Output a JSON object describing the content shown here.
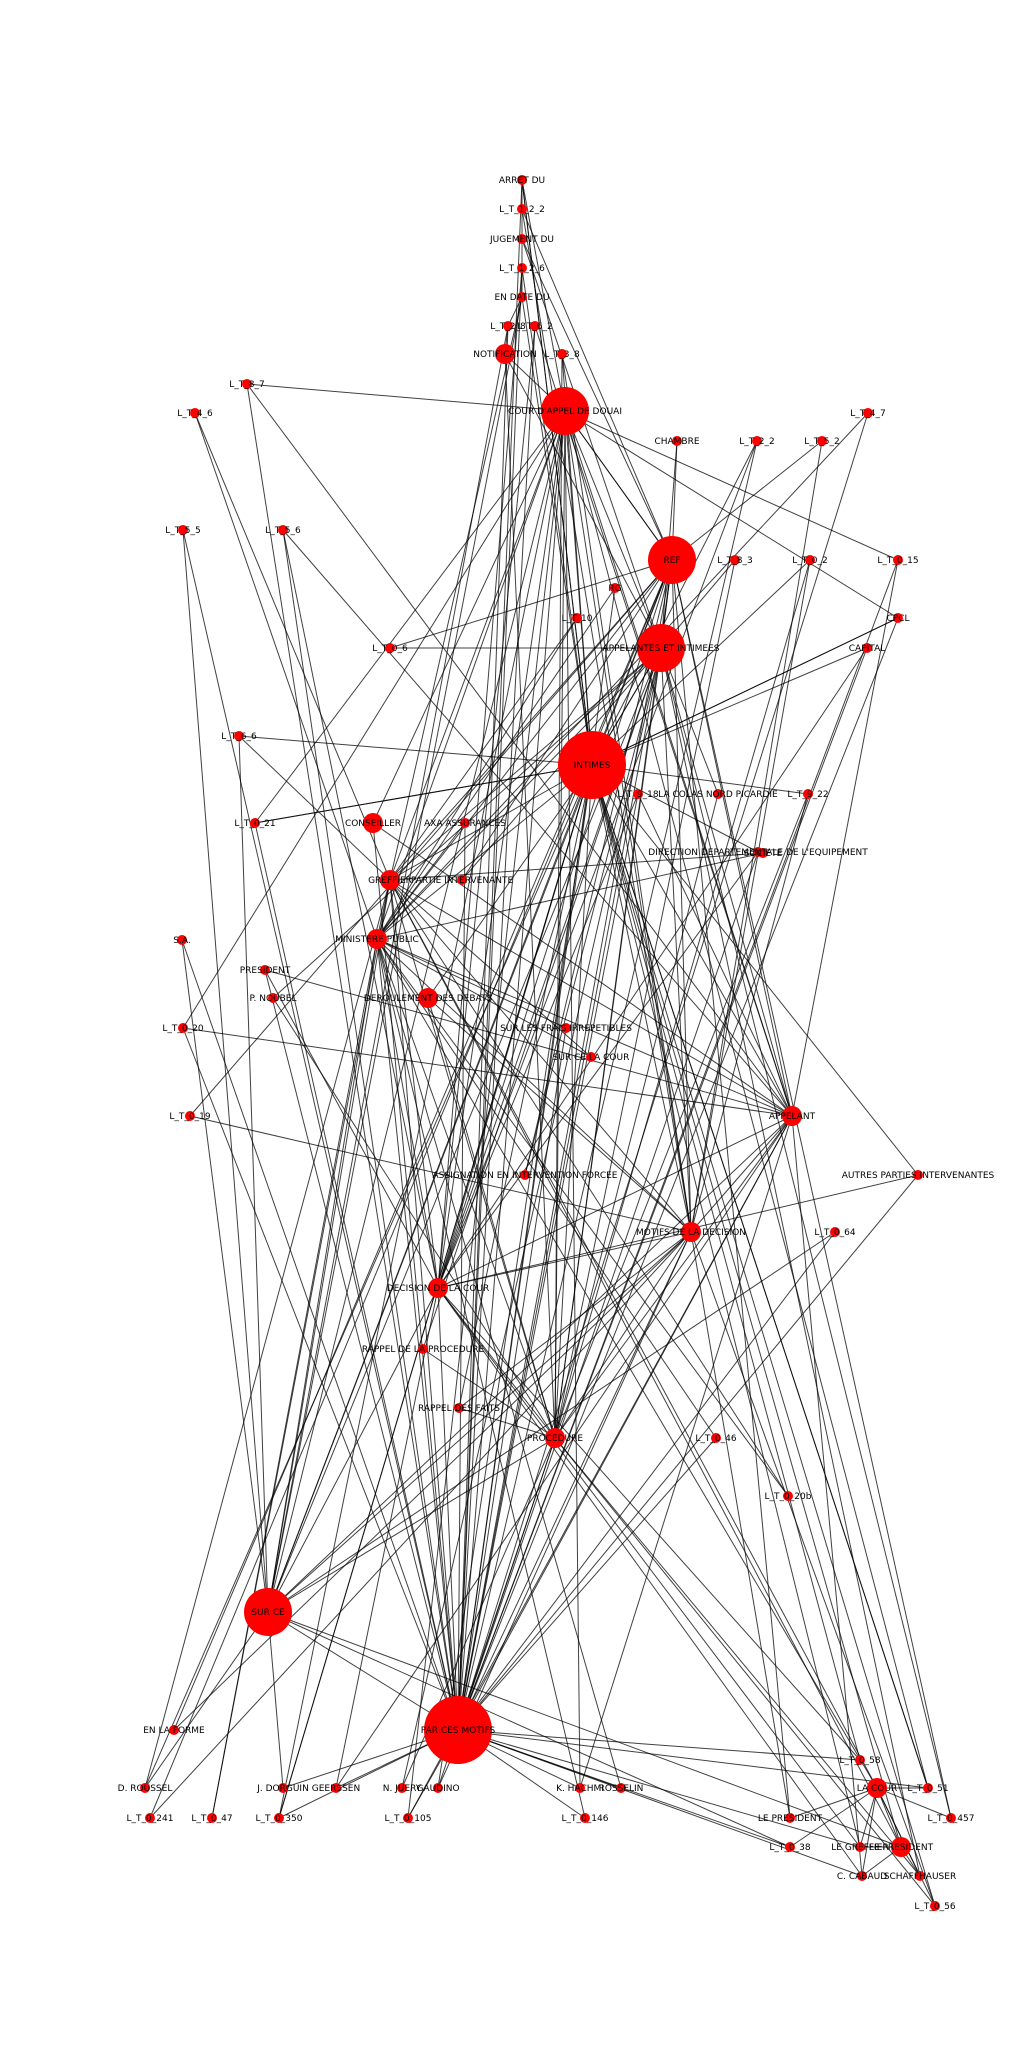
{
  "colors": {
    "node": "#ff0000",
    "edge": "#000000",
    "label": "#000000",
    "background": "#ffffff"
  },
  "graph": {
    "nodes": [
      {
        "id": "n1",
        "label": "ARRET DU",
        "size": "small"
      },
      {
        "id": "n2",
        "label": "L_T_1_2_2",
        "size": "small"
      },
      {
        "id": "n3",
        "label": "JUGEMENT DU",
        "size": "small"
      },
      {
        "id": "n4",
        "label": "L_T_1_2_6",
        "size": "small"
      },
      {
        "id": "n5",
        "label": "EN DATE DU",
        "size": "small"
      },
      {
        "id": "n6",
        "label": "L_T_2_8",
        "size": "small"
      },
      {
        "id": "n7",
        "label": "L_T_6_2",
        "size": "small"
      },
      {
        "id": "n8",
        "label": "NOTIFICATION",
        "size": "medium"
      },
      {
        "id": "n9",
        "label": "L_T_3_8",
        "size": "small"
      },
      {
        "id": "n10",
        "label": "L_T_8_7",
        "size": "small"
      },
      {
        "id": "n11",
        "label": "L_T_4_7",
        "size": "small"
      },
      {
        "id": "n12",
        "label": "L_T_4_6",
        "size": "small"
      },
      {
        "id": "n13",
        "label": "COUR D'APPEL DE DOUAI",
        "size": "large"
      },
      {
        "id": "n14",
        "label": "L_T_5_2",
        "size": "small"
      },
      {
        "id": "n15",
        "label": "CHAMBRE",
        "size": "small"
      },
      {
        "id": "n16",
        "label": "L_T_2_2",
        "size": "small"
      },
      {
        "id": "n17",
        "label": "REF",
        "size": "large"
      },
      {
        "id": "n18",
        "label": "L_T_5_5",
        "size": "small"
      },
      {
        "id": "n19",
        "label": "L_T_5_6",
        "size": "small"
      },
      {
        "id": "n20",
        "label": "L_T_8_3",
        "size": "small"
      },
      {
        "id": "n21",
        "label": "L_T_0_2",
        "size": "small"
      },
      {
        "id": "n22",
        "label": "L_T_0_15",
        "size": "small"
      },
      {
        "id": "n23",
        "label": "RG",
        "size": "small"
      },
      {
        "id": "n24",
        "label": "L_T_10",
        "size": "small"
      },
      {
        "id": "n25",
        "label": "CPCL",
        "size": "small"
      },
      {
        "id": "n26",
        "label": "APPELANTES ET INTIMEES",
        "size": "large"
      },
      {
        "id": "n27",
        "label": "L_T_0_6",
        "size": "small"
      },
      {
        "id": "n28",
        "label": "CAPITAL",
        "size": "small"
      },
      {
        "id": "n29",
        "label": "L_T_6_6",
        "size": "small"
      },
      {
        "id": "n30",
        "label": "INTIMES",
        "size": "xlarge"
      },
      {
        "id": "n31",
        "label": "L_T_9_18",
        "size": "small"
      },
      {
        "id": "n32",
        "label": "LA COLAS NORD PICARDIE",
        "size": "small"
      },
      {
        "id": "n33",
        "label": "L_T_9_22",
        "size": "small"
      },
      {
        "id": "n34",
        "label": "CONSEILLER",
        "size": "medium"
      },
      {
        "id": "n35",
        "label": "AXA ASSURANCES",
        "size": "small"
      },
      {
        "id": "n36",
        "label": "SOCIETE",
        "size": "small"
      },
      {
        "id": "n37",
        "label": "L_T_0_21",
        "size": "small"
      },
      {
        "id": "n38",
        "label": "GREFFIER",
        "size": "medium"
      },
      {
        "id": "n39",
        "label": "PARTIE INTERVENANTE",
        "size": "small"
      },
      {
        "id": "n40",
        "label": "DIRECTION DEPARTEMENTALE DE L'EQUIPEMENT",
        "size": "small"
      },
      {
        "id": "n41",
        "label": "MINISTERE PUBLIC",
        "size": "medium"
      },
      {
        "id": "n42",
        "label": "S.A.",
        "size": "small"
      },
      {
        "id": "n43",
        "label": "PRESIDENT",
        "size": "small"
      },
      {
        "id": "n44",
        "label": "P. NOUBEL",
        "size": "small"
      },
      {
        "id": "n45",
        "label": "DEROULEMENT DES DEBATS",
        "size": "medium"
      },
      {
        "id": "n46",
        "label": "L_T_0_20",
        "size": "small"
      },
      {
        "id": "n47",
        "label": "SUR LES FRAIS IRREPETIBLES",
        "size": "small"
      },
      {
        "id": "n48",
        "label": "SUR CE LA COUR",
        "size": "small"
      },
      {
        "id": "n49",
        "label": "APPELANT",
        "size": "medium"
      },
      {
        "id": "n50",
        "label": "L_T_0_19",
        "size": "small"
      },
      {
        "id": "n51",
        "label": "ASSIGNATION EN INTERVENTION FORCEE",
        "size": "small"
      },
      {
        "id": "n52",
        "label": "AUTRES PARTIES INTERVENANTES",
        "size": "small"
      },
      {
        "id": "n53",
        "label": "MOTIFS DE LA DECISION",
        "size": "medium"
      },
      {
        "id": "n54",
        "label": "L_T_0_64",
        "size": "small"
      },
      {
        "id": "n55",
        "label": "DECISION DE LA COUR",
        "size": "medium"
      },
      {
        "id": "n56",
        "label": "RAPPEL DE LA PROCEDURE",
        "size": "small"
      },
      {
        "id": "n57",
        "label": "RAPPEL DES FAITS",
        "size": "small"
      },
      {
        "id": "n58",
        "label": "PROCEDURE",
        "size": "medium"
      },
      {
        "id": "n59",
        "label": "L_T_0_46",
        "size": "small"
      },
      {
        "id": "n60",
        "label": "L_T_0_20b",
        "size": "small"
      },
      {
        "id": "n61",
        "label": "SUR CE",
        "size": "large"
      },
      {
        "id": "n62",
        "label": "EN LA FORME",
        "size": "small"
      },
      {
        "id": "n63",
        "label": "PAR CES MOTIFS",
        "size": "xlarge"
      },
      {
        "id": "n64",
        "label": "L_T_0_58",
        "size": "small"
      },
      {
        "id": "n65",
        "label": "D. ROUSSEL",
        "size": "small"
      },
      {
        "id": "n66",
        "label": "J. DORGUIN",
        "size": "small"
      },
      {
        "id": "n67",
        "label": "GEERSSEN",
        "size": "small"
      },
      {
        "id": "n68",
        "label": "N. JUERY",
        "size": "small"
      },
      {
        "id": "n69",
        "label": "GAUDINO",
        "size": "small"
      },
      {
        "id": "n70",
        "label": "K. HACHMI",
        "size": "small"
      },
      {
        "id": "n71",
        "label": "ROSSELIN",
        "size": "small"
      },
      {
        "id": "n72",
        "label": "LA COUR",
        "size": "medium"
      },
      {
        "id": "n73",
        "label": "L_T_0_51",
        "size": "small"
      },
      {
        "id": "n74",
        "label": "LE PRESIDENT",
        "size": "small"
      },
      {
        "id": "n75",
        "label": "L_T_0_457",
        "size": "small"
      },
      {
        "id": "n76",
        "label": "LE GREFFIER",
        "size": "small"
      },
      {
        "id": "n77",
        "label": "LE PRESIDENT",
        "size": "medium"
      },
      {
        "id": "n78",
        "label": "L_T_0_38",
        "size": "small"
      },
      {
        "id": "n79",
        "label": "C. CABAUD",
        "size": "small"
      },
      {
        "id": "n80",
        "label": "SCHAFFHAUSER",
        "size": "small"
      },
      {
        "id": "n81",
        "label": "L_T_0_56",
        "size": "small"
      },
      {
        "id": "n82",
        "label": "L_T_0_105",
        "size": "small"
      },
      {
        "id": "n83",
        "label": "L_T_0_146",
        "size": "small"
      },
      {
        "id": "n84",
        "label": "L_T_0_47",
        "size": "small"
      },
      {
        "id": "n85",
        "label": "L_T_0_350",
        "size": "small"
      },
      {
        "id": "n86",
        "label": "L_T_0_241",
        "size": "small"
      }
    ]
  }
}
